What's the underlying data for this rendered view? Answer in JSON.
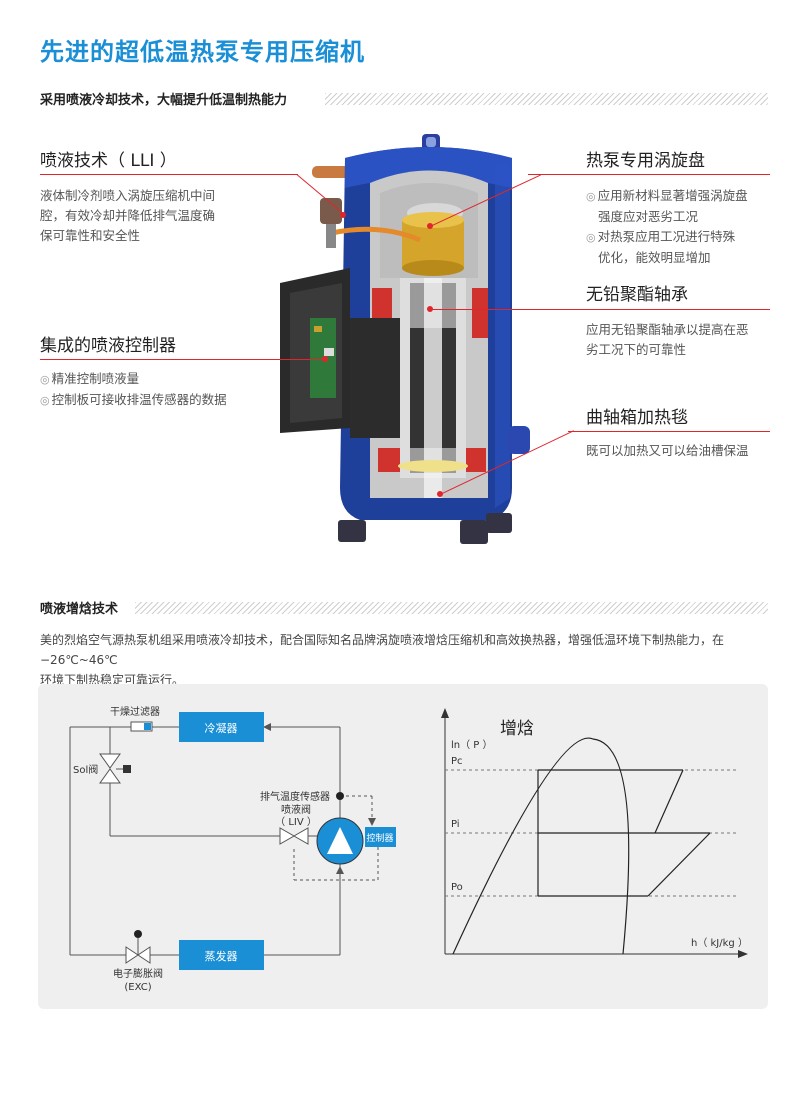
{
  "title": "先进的超低温热泵专用压缩机",
  "section1": {
    "label": "采用喷液冷却技术，大幅提升低温制热能力"
  },
  "callouts": {
    "lli": {
      "title": "喷液技术（ LLI ）",
      "lines": [
        "液体制冷剂喷入涡旋压缩机中间",
        "腔，有效冷却并降低排气温度确",
        "保可靠性和安全性"
      ]
    },
    "controller": {
      "title": "集成的喷液控制器",
      "bullets": [
        "精准控制喷液量",
        "控制板可接收排温传感器的数据"
      ]
    },
    "scroll": {
      "title": "热泵专用涡旋盘",
      "bullets": [
        [
          "应用新材料显著增强涡旋盘",
          "强度应对恶劣工况"
        ],
        [
          "对热泵应用工况进行特殊",
          "优化，能效明显增加"
        ]
      ]
    },
    "bearing": {
      "title": "无铅聚酯轴承",
      "lines": [
        "应用无铅聚酯轴承以提高在恶",
        "劣工况下的可靠性"
      ]
    },
    "heater": {
      "title": "曲轴箱加热毯",
      "lines": [
        "既可以加热又可以给油槽保温"
      ]
    }
  },
  "section2": {
    "label": "喷液增焓技术",
    "paragraph_lines": [
      "美的烈焰空气源热泵机组采用喷液冷却技术，配合国际知名品牌涡旋喷液增焓压缩机和高效换热器，增强低温环境下制热能力，在−26℃~46℃",
      "环境下制热稳定可靠运行。"
    ]
  },
  "schematic": {
    "filter_label": "干燥过滤器",
    "condenser_label": "冷凝器",
    "sol_label": "Sol阀",
    "sensor_label": "排气温度传感器",
    "injection_valve_label": "喷液阀",
    "liv_label": "（ LIV ）",
    "controller_label": "控制器",
    "evaporator_label": "蒸发器",
    "exc_label": "电子膨胀阀",
    "exc_code": "(EXC)"
  },
  "ph_chart": {
    "title": "增焓",
    "y_label": "ln（ P ）",
    "x_label": "h（ kJ/kg ）",
    "pressure_levels": [
      "Pc",
      "Pi",
      "Po"
    ]
  },
  "colors": {
    "title_blue": "#1a8fd6",
    "box_blue": "#1a8fd6",
    "callout_red": "#e0262c",
    "compressor_blue": "#1e3f9a"
  }
}
